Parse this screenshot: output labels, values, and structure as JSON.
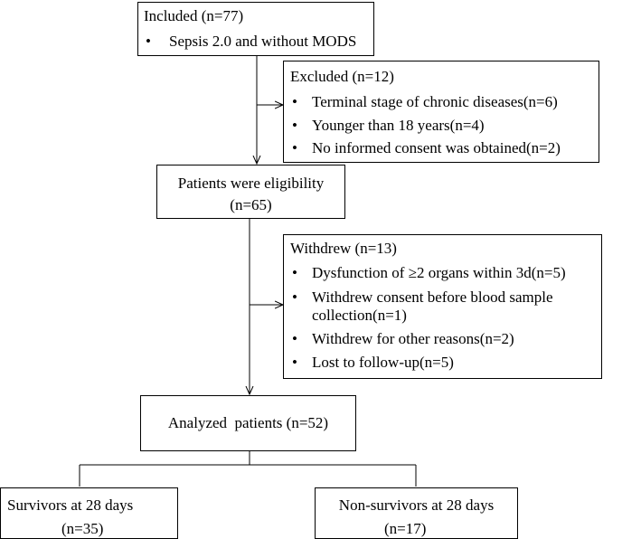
{
  "included": {
    "title": "Included (n=77)",
    "items": [
      "Sepsis 2.0 and without MODS"
    ]
  },
  "excluded": {
    "title": "Excluded (n=12)",
    "items": [
      "Terminal stage of chronic diseases(n=6)",
      "Younger than 18 years(n=4)",
      "No informed consent was obtained(n=2)"
    ]
  },
  "eligible": {
    "line1": "Patients were eligibility",
    "line2": "(n=65)"
  },
  "withdrew": {
    "title": "Withdrew (n=13)",
    "items": [
      "Dysfunction of ≥2 organs within 3d(n=5)",
      "Withdrew consent before blood sample",
      "collection(n=1)",
      "Withdrew for other reasons(n=2)",
      "Lost to follow-up(n=5)"
    ]
  },
  "analyzed": {
    "label": "Analyzed  patients (n=52)"
  },
  "survivors": {
    "line1": "Survivors at 28 days",
    "line2": "(n=35)"
  },
  "non_survivors": {
    "line1": "Non-survivors at 28 days",
    "line2": "(n=17)"
  },
  "bullet_glyph": "•"
}
